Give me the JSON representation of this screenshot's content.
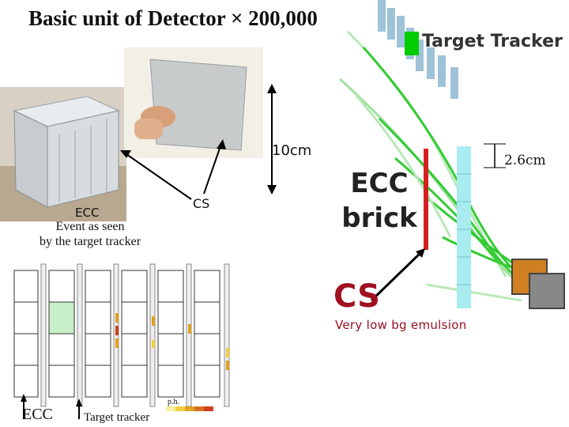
{
  "title": "Basic unit of Detector × 200,000",
  "labels": {
    "target_tracker": "Target Tracker",
    "dim_10cm": "10cm",
    "dim_2_6cm": "2.6cm",
    "ecc_brick_line1": "ECC",
    "ecc_brick_line2": "brick",
    "cs_big": "CS",
    "cs_desc": "Very low bg emulsion",
    "cs_small": "CS",
    "ecc_small": "ECC",
    "event_caption_line1": "Event as seen",
    "event_caption_line2": "by the target tracker",
    "ecc_bottom": "ECC",
    "target_tracker_bottom": "Target tracker",
    "ph": "p.h."
  },
  "colors": {
    "cs_red": "#a01020",
    "brick_red": "#d42020",
    "tracker_bar": "#9ec3d8",
    "track_green": "#33cc33",
    "cyan_layer": "#a8ecf0",
    "ecc_cell_highlight": "#c8f0c8"
  }
}
